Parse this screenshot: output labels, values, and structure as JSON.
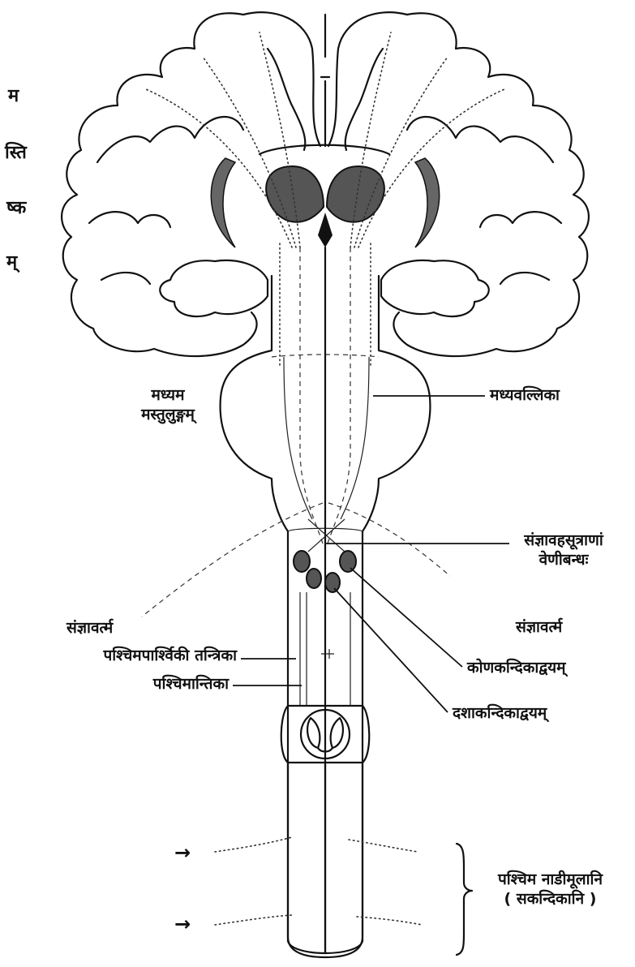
{
  "side_title": [
    "म",
    "स्ति",
    "ष्क",
    "म्"
  ],
  "labels": {
    "midbrain": [
      "मध्यम",
      "मस्तुलुङ्गम्"
    ],
    "middle_lemniscus": "मध्यवल्लिका",
    "sensory_decussation": [
      "संज्ञावहसूत्राणां",
      "वेणीबन्धः"
    ],
    "sensory_tract_left": "संज्ञावर्त्म",
    "sensory_tract_right": "संज्ञावर्त्म",
    "posterolateral_tract": "पश्चिमपार्श्विकी तन्त्रिका",
    "posterior_column": "पश्चिमान्तिका",
    "cuneate_nuclei": "कोणकन्दिकाद्वयम्",
    "gracile_nuclei": "दशाकन्दिकाद्वयम्",
    "posterior_roots": [
      "पश्चिम नाडीमूलानि",
      "( सकन्दिकानि )"
    ]
  },
  "root_arrows": [
    "→",
    "→"
  ],
  "bracket": "}"
}
